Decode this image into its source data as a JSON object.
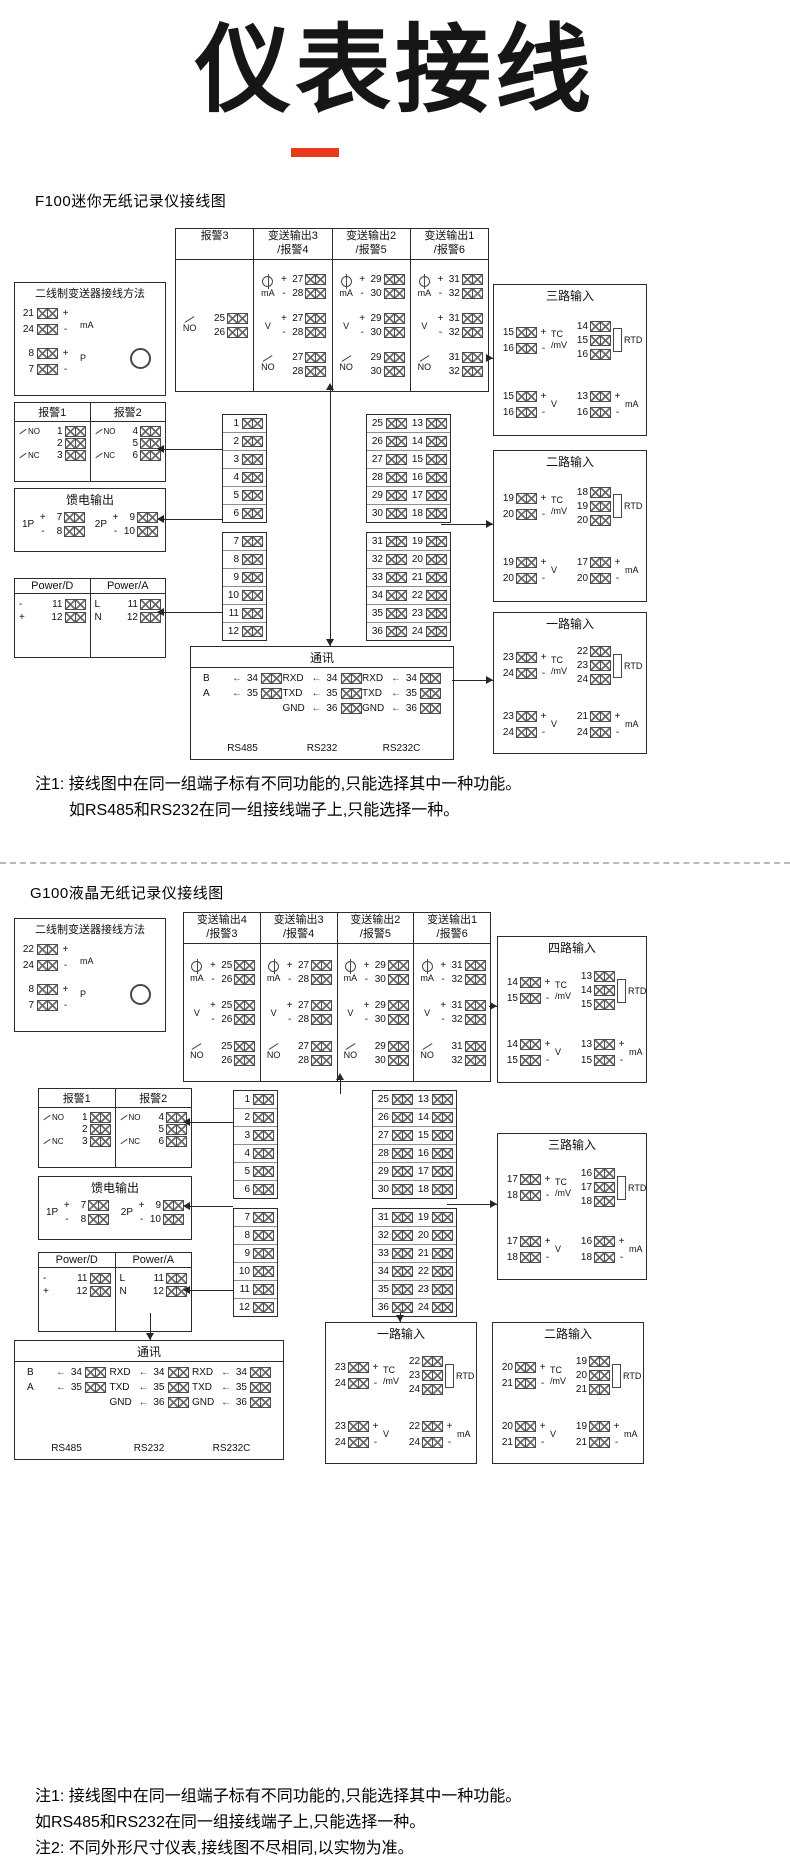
{
  "page": {
    "title": "仪表接线",
    "accent_color": "#e8391d",
    "background": "#ffffff"
  },
  "icons": {
    "arrow_left": "←"
  },
  "f100": {
    "section_title": "F100迷你无纸记录仪接线图",
    "transmitter": {
      "title": "二线制变送器接线方法",
      "rows": [
        {
          "n": "21",
          "s": "+"
        },
        {
          "n": "24",
          "s": "-"
        },
        {
          "n": "8",
          "s": "+"
        },
        {
          "n": "7",
          "s": "-"
        }
      ],
      "group_labels": [
        "mA",
        "P"
      ]
    },
    "output": {
      "columns": [
        {
          "line1": "报警3",
          "line2": "",
          "pairs": [
            {
              "t": "no",
              "lbl": "NO",
              "sa": "",
              "sb": "",
              "a": "25",
              "b": "26"
            }
          ]
        },
        {
          "line1": "变送输出3",
          "line2": "/报警4",
          "pairs": [
            {
              "t": "ma",
              "lbl": "mA",
              "sa": "+",
              "sb": "-",
              "a": "27",
              "b": "28"
            },
            {
              "t": "v",
              "lbl": "V",
              "sa": "+",
              "sb": "-",
              "a": "27",
              "b": "28"
            },
            {
              "t": "no",
              "lbl": "NO",
              "sa": "",
              "sb": "",
              "a": "27",
              "b": "28"
            }
          ]
        },
        {
          "line1": "变送输出2",
          "line2": "/报警5",
          "pairs": [
            {
              "t": "ma",
              "lbl": "mA",
              "sa": "+",
              "sb": "-",
              "a": "29",
              "b": "30"
            },
            {
              "t": "v",
              "lbl": "V",
              "sa": "+",
              "sb": "-",
              "a": "29",
              "b": "30"
            },
            {
              "t": "no",
              "lbl": "NO",
              "sa": "",
              "sb": "",
              "a": "29",
              "b": "30"
            }
          ]
        },
        {
          "line1": "变送输出1",
          "line2": "/报警6",
          "pairs": [
            {
              "t": "ma",
              "lbl": "mA",
              "sa": "+",
              "sb": "-",
              "a": "31",
              "b": "32"
            },
            {
              "t": "v",
              "lbl": "V",
              "sa": "+",
              "sb": "-",
              "a": "31",
              "b": "32"
            },
            {
              "t": "no",
              "lbl": "NO",
              "sa": "",
              "sb": "",
              "a": "31",
              "b": "32"
            }
          ]
        }
      ]
    },
    "alarms": {
      "columns": [
        {
          "title": "报警1",
          "rows": [
            {
              "lbl": "NO",
              "n": "1"
            },
            {
              "lbl": "",
              "n": "2"
            },
            {
              "lbl": "NC",
              "n": "3"
            }
          ]
        },
        {
          "title": "报警2",
          "rows": [
            {
              "lbl": "NO",
              "n": "4"
            },
            {
              "lbl": "",
              "n": "5"
            },
            {
              "lbl": "NC",
              "n": "6"
            }
          ]
        }
      ]
    },
    "feed": {
      "title": "馈电输出",
      "groups": [
        {
          "label": "1P",
          "rows": [
            {
              "s": "+",
              "n": "7"
            },
            {
              "s": "-",
              "n": "8"
            }
          ]
        },
        {
          "label": "2P",
          "rows": [
            {
              "s": "+",
              "n": "9"
            },
            {
              "s": "-",
              "n": "10"
            }
          ]
        }
      ]
    },
    "power": {
      "columns": [
        {
          "title": "Power/D",
          "rows": [
            {
              "s": "-",
              "n": "11"
            },
            {
              "s": "+",
              "n": "12"
            }
          ]
        },
        {
          "title": "Power/A",
          "rows": [
            {
              "s": "L",
              "n": "11"
            },
            {
              "s": "N",
              "n": "12"
            }
          ]
        }
      ]
    },
    "strip_single": [
      "1",
      "2",
      "3",
      "4",
      "5",
      "6",
      "7",
      "8",
      "9",
      "10",
      "11",
      "12"
    ],
    "strip_double_left": [
      "25",
      "26",
      "27",
      "28",
      "29",
      "30",
      "31",
      "32",
      "33",
      "34",
      "35",
      "36"
    ],
    "strip_double_right": [
      "13",
      "14",
      "15",
      "16",
      "17",
      "18",
      "19",
      "20",
      "21",
      "22",
      "23",
      "24"
    ],
    "comm": {
      "title": "通讯",
      "groups": [
        {
          "caption": "RS485",
          "rows": [
            {
              "lbl": "B",
              "n": "34"
            },
            {
              "lbl": "A",
              "n": "35"
            }
          ]
        },
        {
          "caption": "RS232",
          "rows": [
            {
              "lbl": "RXD",
              "n": "34"
            },
            {
              "lbl": "TXD",
              "n": "35"
            },
            {
              "lbl": "GND",
              "n": "36"
            }
          ]
        },
        {
          "caption": "RS232C",
          "rows": [
            {
              "lbl": "RXD",
              "n": "34"
            },
            {
              "lbl": "TXD",
              "n": "35"
            },
            {
              "lbl": "GND",
              "n": "36"
            }
          ]
        }
      ]
    },
    "inputs": [
      {
        "title": "三路输入",
        "tc": {
          "label1": "TC",
          "label2": "/mV",
          "rows": [
            {
              "n": "15",
              "s": "+"
            },
            {
              "n": "16",
              "s": "-"
            }
          ]
        },
        "rtd": {
          "label": "RTD",
          "rows": [
            "14",
            "15",
            "16"
          ]
        },
        "v": {
          "label": "V",
          "rows": [
            {
              "n": "15",
              "s": "+"
            },
            {
              "n": "16",
              "s": "-"
            }
          ]
        },
        "ma": {
          "label": "mA",
          "rows": [
            {
              "n": "13",
              "s": "+"
            },
            {
              "n": "16",
              "s": "-"
            }
          ]
        }
      },
      {
        "title": "二路输入",
        "tc": {
          "label1": "TC",
          "label2": "/mV",
          "rows": [
            {
              "n": "19",
              "s": "+"
            },
            {
              "n": "20",
              "s": "-"
            }
          ]
        },
        "rtd": {
          "label": "RTD",
          "rows": [
            "18",
            "19",
            "20"
          ]
        },
        "v": {
          "label": "V",
          "rows": [
            {
              "n": "19",
              "s": "+"
            },
            {
              "n": "20",
              "s": "-"
            }
          ]
        },
        "ma": {
          "label": "mA",
          "rows": [
            {
              "n": "17",
              "s": "+"
            },
            {
              "n": "20",
              "s": "-"
            }
          ]
        }
      },
      {
        "title": "一路输入",
        "tc": {
          "label1": "TC",
          "label2": "/mV",
          "rows": [
            {
              "n": "23",
              "s": "+"
            },
            {
              "n": "24",
              "s": "-"
            }
          ]
        },
        "rtd": {
          "label": "RTD",
          "rows": [
            "22",
            "23",
            "24"
          ]
        },
        "v": {
          "label": "V",
          "rows": [
            {
              "n": "23",
              "s": "+"
            },
            {
              "n": "24",
              "s": "-"
            }
          ]
        },
        "ma": {
          "label": "mA",
          "rows": [
            {
              "n": "21",
              "s": "+"
            },
            {
              "n": "24",
              "s": "-"
            }
          ]
        }
      }
    ],
    "notes": [
      "注1: 接线图中在同一组端子标有不同功能的,只能选择其中一种功能。",
      "如RS485和RS232在同一组接线端子上,只能选择一种。"
    ]
  },
  "g100": {
    "section_title": "G100液晶无纸记录仪接线图",
    "transmitter": {
      "title": "二线制变送器接线方法",
      "rows": [
        {
          "n": "22",
          "s": "+"
        },
        {
          "n": "24",
          "s": "-"
        },
        {
          "n": "8",
          "s": "+"
        },
        {
          "n": "7",
          "s": "-"
        }
      ],
      "group_labels": [
        "mA",
        "P"
      ]
    },
    "output": {
      "columns": [
        {
          "line1": "变送输出4",
          "line2": "/报警3",
          "pairs": [
            {
              "t": "ma",
              "lbl": "mA",
              "sa": "+",
              "sb": "-",
              "a": "25",
              "b": "26"
            },
            {
              "t": "v",
              "lbl": "V",
              "sa": "+",
              "sb": "-",
              "a": "25",
              "b": "26"
            },
            {
              "t": "no",
              "lbl": "NO",
              "sa": "",
              "sb": "",
              "a": "25",
              "b": "26"
            }
          ]
        },
        {
          "line1": "变送输出3",
          "line2": "/报警4",
          "pairs": [
            {
              "t": "ma",
              "lbl": "mA",
              "sa": "+",
              "sb": "-",
              "a": "27",
              "b": "28"
            },
            {
              "t": "v",
              "lbl": "V",
              "sa": "+",
              "sb": "-",
              "a": "27",
              "b": "28"
            },
            {
              "t": "no",
              "lbl": "NO",
              "sa": "",
              "sb": "",
              "a": "27",
              "b": "28"
            }
          ]
        },
        {
          "line1": "变送输出2",
          "line2": "/报警5",
          "pairs": [
            {
              "t": "ma",
              "lbl": "mA",
              "sa": "+",
              "sb": "-",
              "a": "29",
              "b": "30"
            },
            {
              "t": "v",
              "lbl": "V",
              "sa": "+",
              "sb": "-",
              "a": "29",
              "b": "30"
            },
            {
              "t": "no",
              "lbl": "NO",
              "sa": "",
              "sb": "",
              "a": "29",
              "b": "30"
            }
          ]
        },
        {
          "line1": "变送输出1",
          "line2": "/报警6",
          "pairs": [
            {
              "t": "ma",
              "lbl": "mA",
              "sa": "+",
              "sb": "-",
              "a": "31",
              "b": "32"
            },
            {
              "t": "v",
              "lbl": "V",
              "sa": "+",
              "sb": "-",
              "a": "31",
              "b": "32"
            },
            {
              "t": "no",
              "lbl": "NO",
              "sa": "",
              "sb": "",
              "a": "31",
              "b": "32"
            }
          ]
        }
      ]
    },
    "alarms": {
      "columns": [
        {
          "title": "报警1",
          "rows": [
            {
              "lbl": "NO",
              "n": "1"
            },
            {
              "lbl": "",
              "n": "2"
            },
            {
              "lbl": "NC",
              "n": "3"
            }
          ]
        },
        {
          "title": "报警2",
          "rows": [
            {
              "lbl": "NO",
              "n": "4"
            },
            {
              "lbl": "",
              "n": "5"
            },
            {
              "lbl": "NC",
              "n": "6"
            }
          ]
        }
      ]
    },
    "feed": {
      "title": "馈电输出",
      "groups": [
        {
          "label": "1P",
          "rows": [
            {
              "s": "+",
              "n": "7"
            },
            {
              "s": "-",
              "n": "8"
            }
          ]
        },
        {
          "label": "2P",
          "rows": [
            {
              "s": "+",
              "n": "9"
            },
            {
              "s": "-",
              "n": "10"
            }
          ]
        }
      ]
    },
    "power": {
      "columns": [
        {
          "title": "Power/D",
          "rows": [
            {
              "s": "-",
              "n": "11"
            },
            {
              "s": "+",
              "n": "12"
            }
          ]
        },
        {
          "title": "Power/A",
          "rows": [
            {
              "s": "L",
              "n": "11"
            },
            {
              "s": "N",
              "n": "12"
            }
          ]
        }
      ]
    },
    "strip_single": [
      "1",
      "2",
      "3",
      "4",
      "5",
      "6",
      "7",
      "8",
      "9",
      "10",
      "11",
      "12"
    ],
    "strip_double_left": [
      "25",
      "26",
      "27",
      "28",
      "29",
      "30",
      "31",
      "32",
      "33",
      "34",
      "35",
      "36"
    ],
    "strip_double_right": [
      "13",
      "14",
      "15",
      "16",
      "17",
      "18",
      "19",
      "20",
      "21",
      "22",
      "23",
      "24"
    ],
    "comm": {
      "title": "通讯",
      "groups": [
        {
          "caption": "RS485",
          "rows": [
            {
              "lbl": "B",
              "n": "34"
            },
            {
              "lbl": "A",
              "n": "35"
            }
          ]
        },
        {
          "caption": "RS232",
          "rows": [
            {
              "lbl": "RXD",
              "n": "34"
            },
            {
              "lbl": "TXD",
              "n": "35"
            },
            {
              "lbl": "GND",
              "n": "36"
            }
          ]
        },
        {
          "caption": "RS232C",
          "rows": [
            {
              "lbl": "RXD",
              "n": "34"
            },
            {
              "lbl": "TXD",
              "n": "35"
            },
            {
              "lbl": "GND",
              "n": "36"
            }
          ]
        }
      ]
    },
    "inputs": [
      {
        "title": "四路输入",
        "tc": {
          "label1": "TC",
          "label2": "/mV",
          "rows": [
            {
              "n": "14",
              "s": "+"
            },
            {
              "n": "15",
              "s": "-"
            }
          ]
        },
        "rtd": {
          "label": "RTD",
          "rows": [
            "13",
            "14",
            "15"
          ]
        },
        "v": {
          "label": "V",
          "rows": [
            {
              "n": "14",
              "s": "+"
            },
            {
              "n": "15",
              "s": "-"
            }
          ]
        },
        "ma": {
          "label": "mA",
          "rows": [
            {
              "n": "13",
              "s": "+"
            },
            {
              "n": "15",
              "s": "-"
            }
          ]
        }
      },
      {
        "title": "三路输入",
        "tc": {
          "label1": "TC",
          "label2": "/mV",
          "rows": [
            {
              "n": "17",
              "s": "+"
            },
            {
              "n": "18",
              "s": "-"
            }
          ]
        },
        "rtd": {
          "label": "RTD",
          "rows": [
            "16",
            "17",
            "18"
          ]
        },
        "v": {
          "label": "V",
          "rows": [
            {
              "n": "17",
              "s": "+"
            },
            {
              "n": "18",
              "s": "-"
            }
          ]
        },
        "ma": {
          "label": "mA",
          "rows": [
            {
              "n": "16",
              "s": "+"
            },
            {
              "n": "18",
              "s": "-"
            }
          ]
        }
      },
      {
        "title": "一路输入",
        "tc": {
          "label1": "TC",
          "label2": "/mV",
          "rows": [
            {
              "n": "23",
              "s": "+"
            },
            {
              "n": "24",
              "s": "-"
            }
          ]
        },
        "rtd": {
          "label": "RTD",
          "rows": [
            "22",
            "23",
            "24"
          ]
        },
        "v": {
          "label": "V",
          "rows": [
            {
              "n": "23",
              "s": "+"
            },
            {
              "n": "24",
              "s": "-"
            }
          ]
        },
        "ma": {
          "label": "mA",
          "rows": [
            {
              "n": "22",
              "s": "+"
            },
            {
              "n": "24",
              "s": "-"
            }
          ]
        }
      },
      {
        "title": "二路输入",
        "tc": {
          "label1": "TC",
          "label2": "/mV",
          "rows": [
            {
              "n": "20",
              "s": "+"
            },
            {
              "n": "21",
              "s": "-"
            }
          ]
        },
        "rtd": {
          "label": "RTD",
          "rows": [
            "19",
            "20",
            "21"
          ]
        },
        "v": {
          "label": "V",
          "rows": [
            {
              "n": "20",
              "s": "+"
            },
            {
              "n": "21",
              "s": "-"
            }
          ]
        },
        "ma": {
          "label": "mA",
          "rows": [
            {
              "n": "19",
              "s": "+"
            },
            {
              "n": "21",
              "s": "-"
            }
          ]
        }
      }
    ],
    "notes": [
      "注1: 接线图中在同一组端子标有不同功能的,只能选择其中一种功能。",
      "如RS485和RS232在同一组接线端子上,只能选择一种。",
      "注2: 不同外形尺寸仪表,接线图不尽相同,以实物为准。"
    ]
  }
}
